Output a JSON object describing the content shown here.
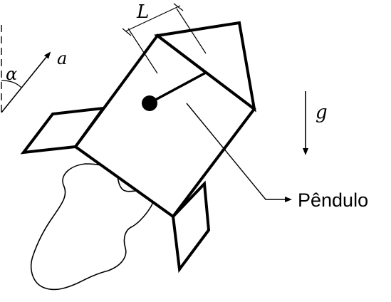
{
  "labels": {
    "length": "L",
    "angle": "α",
    "acceleration": "a",
    "gravity": "g",
    "pendulum": "Pêndulo"
  },
  "colors": {
    "ink": "#000000",
    "background": "#ffffff"
  }
}
